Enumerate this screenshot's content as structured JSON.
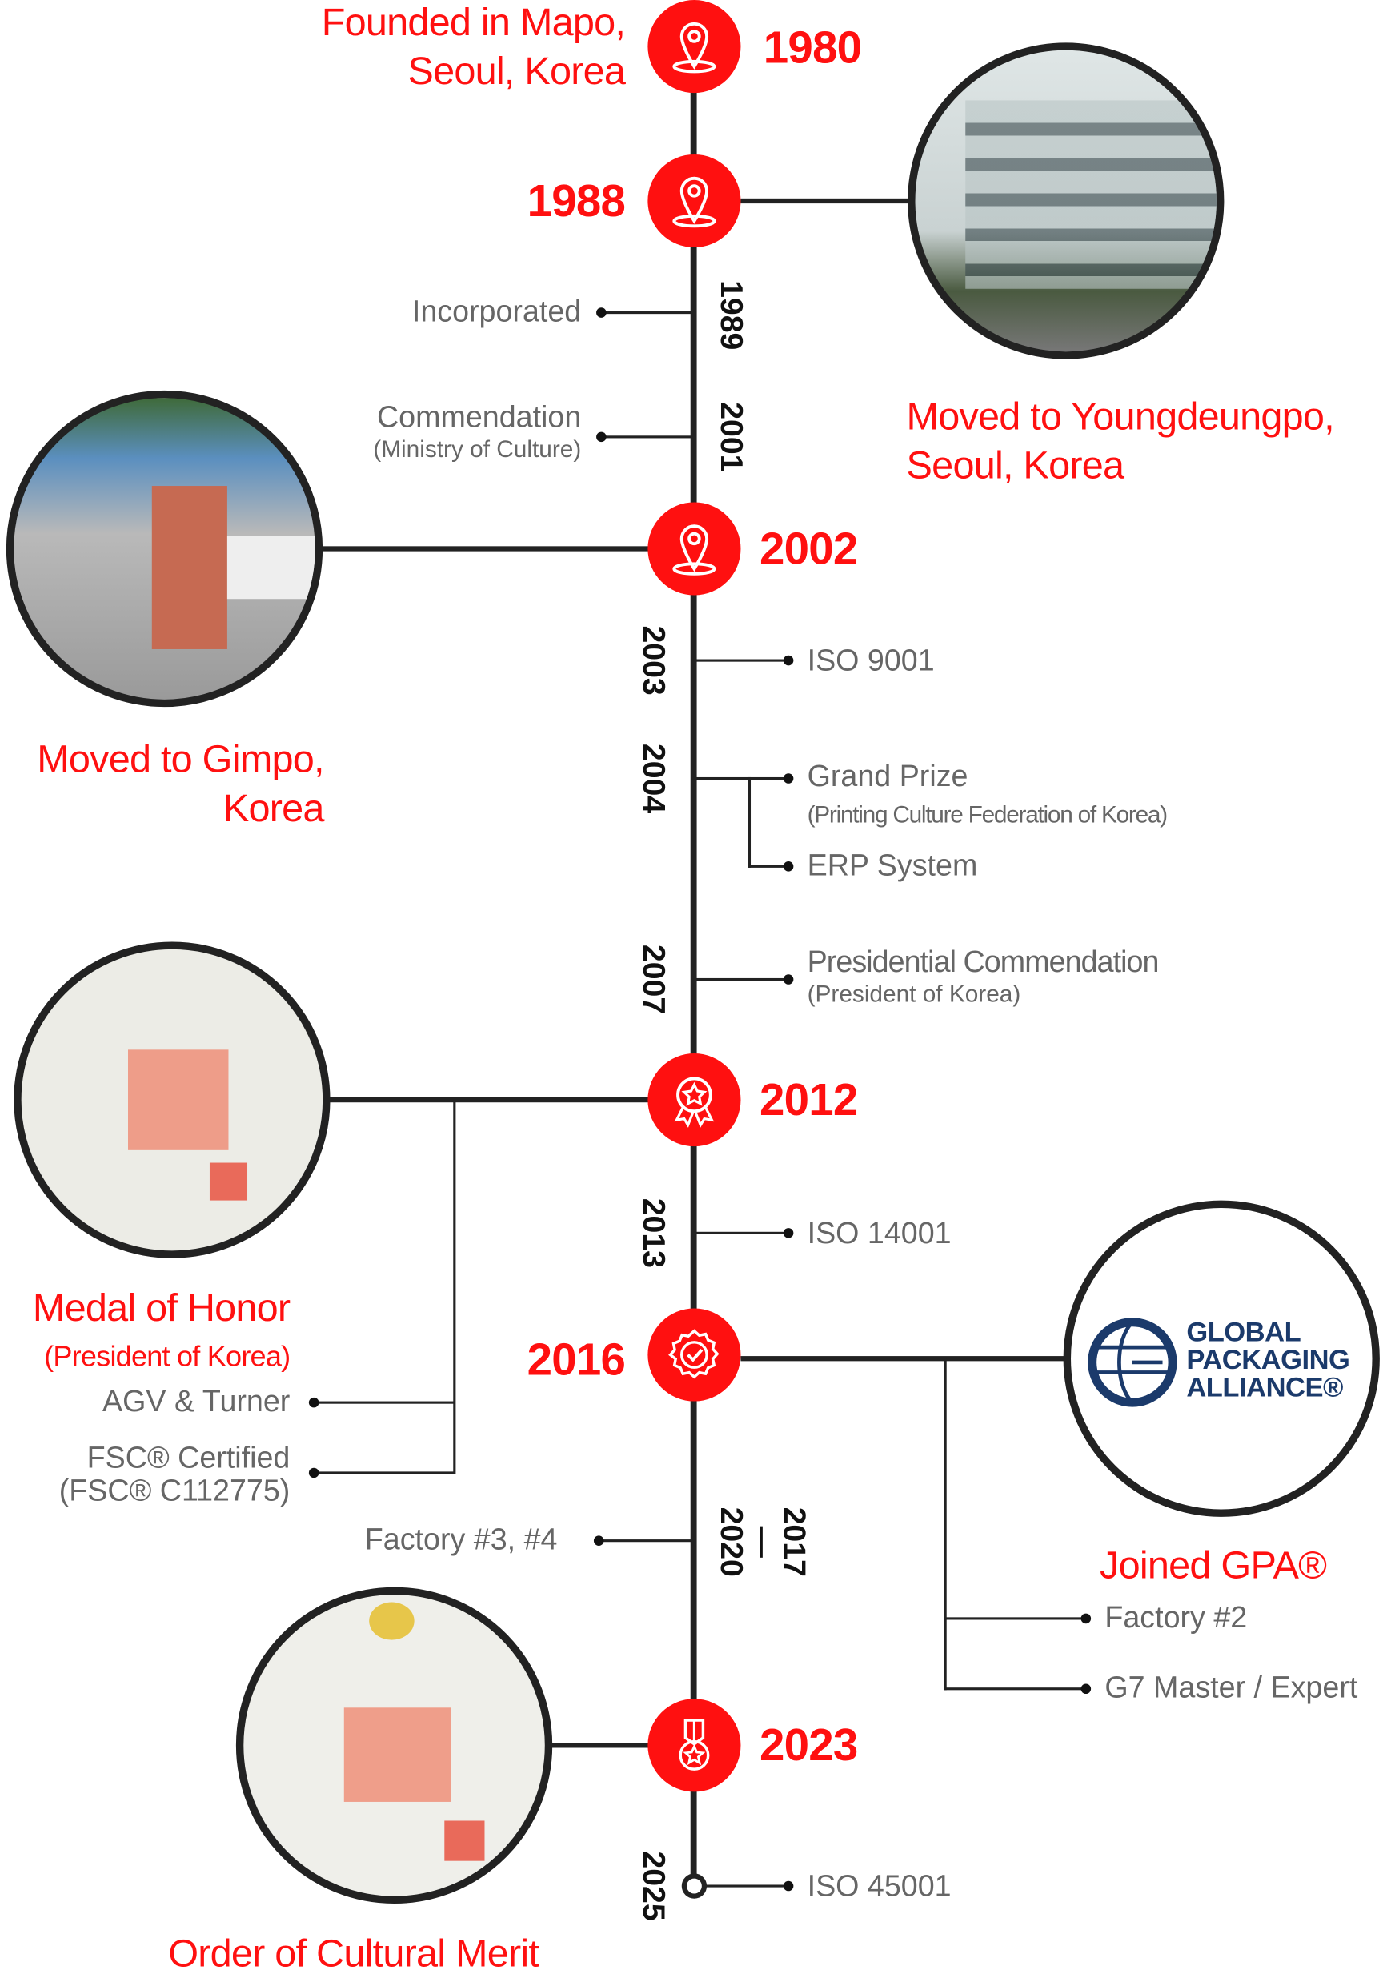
{
  "milestones": {
    "y1980": {
      "year": "1980",
      "title_1": "Founded in Mapo,",
      "title_2": "Seoul, Korea"
    },
    "y1988": {
      "year": "1988",
      "title_1": "Moved to Youngdeungpo,",
      "title_2": "Seoul, Korea"
    },
    "y1989": {
      "year": "1989",
      "label": "Incorporated"
    },
    "y2001": {
      "year": "2001",
      "label": "Commendation",
      "sub": "(Ministry of Culture)"
    },
    "y2002": {
      "year": "2002",
      "title_1": "Moved to Gimpo,",
      "title_2": "Korea"
    },
    "y2003": {
      "year": "2003",
      "label": "ISO 9001"
    },
    "y2004": {
      "year": "2004",
      "label": "Grand Prize",
      "sub": "(Printing Culture Federation of Korea)",
      "label2": "ERP System"
    },
    "y2007": {
      "year": "2007",
      "label": "Presidential Commendation",
      "sub": "(President of Korea)"
    },
    "y2012": {
      "year": "2012",
      "title": "Medal of Honor",
      "title_sub": "(President of Korea)",
      "item1": "AGV & Turner",
      "item2": "FSC® Certified",
      "item2_sub": "(FSC® C112775)"
    },
    "y2013": {
      "year": "2013",
      "label": "ISO 14001"
    },
    "y2016": {
      "year": "2016",
      "title": "Joined GPA®",
      "item1": "Factory #2",
      "item2": "G7 Master / Expert",
      "logo": [
        "GLOBAL",
        "PACKAGING",
        "ALLIANCE®"
      ]
    },
    "y2017": {
      "year_a": "2017",
      "dash": "—",
      "year_b": "2020",
      "label": "Factory #3, #4"
    },
    "y2023": {
      "year": "2023",
      "title": "Order of Cultural Merit"
    },
    "y2025": {
      "year": "2025",
      "label": "ISO 45001"
    }
  },
  "colors": {
    "accent": "#ff1010",
    "line": "#222222",
    "text": "#666666",
    "logo": "#1b3a6b"
  }
}
